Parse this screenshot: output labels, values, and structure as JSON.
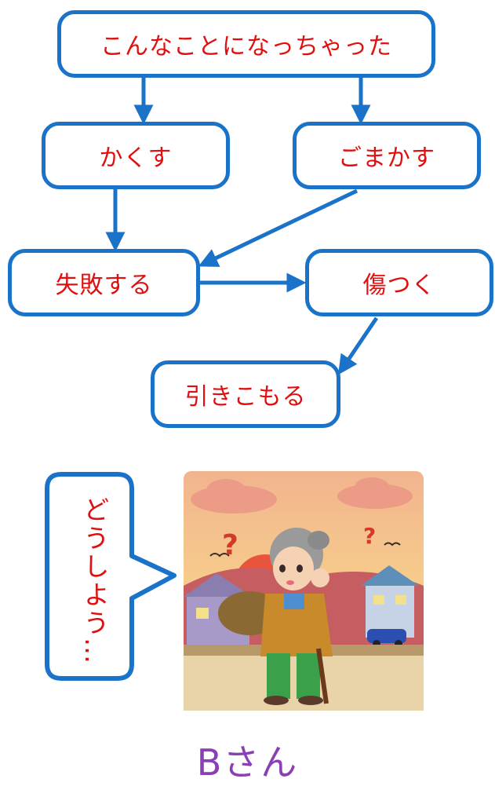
{
  "flow": {
    "top": "こんなことになっちゃった",
    "hide": "かくす",
    "gloss_over": "ごまかす",
    "fail": "失敗する",
    "get_hurt": "傷つく",
    "withdraw": "引きこもる"
  },
  "speech_bubble": {
    "text": "どうしよう…"
  },
  "caption": "Bさん",
  "colors": {
    "border": "#1a73c8",
    "text": "#e01010",
    "caption": "#8a3fb5"
  }
}
